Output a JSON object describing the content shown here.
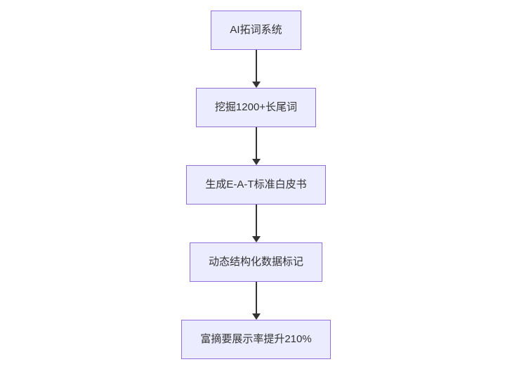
{
  "diagram": {
    "type": "flowchart",
    "direction": "top-down",
    "colors": {
      "node_fill": "#ececff",
      "node_border": "#9370db",
      "node_text": "#333333",
      "arrow": "#333333",
      "background": "#ffffff"
    },
    "nodes": [
      {
        "id": "n1",
        "label": "AI拓词系统"
      },
      {
        "id": "n2",
        "label": "挖掘1200+长尾词"
      },
      {
        "id": "n3",
        "label": "生成E-A-T标准白皮书"
      },
      {
        "id": "n4",
        "label": "动态结构化数据标记"
      },
      {
        "id": "n5",
        "label": "富摘要展示率提升210%"
      }
    ],
    "edges": [
      {
        "from": "n1",
        "to": "n2"
      },
      {
        "from": "n2",
        "to": "n3"
      },
      {
        "from": "n3",
        "to": "n4"
      },
      {
        "from": "n4",
        "to": "n5"
      }
    ]
  }
}
